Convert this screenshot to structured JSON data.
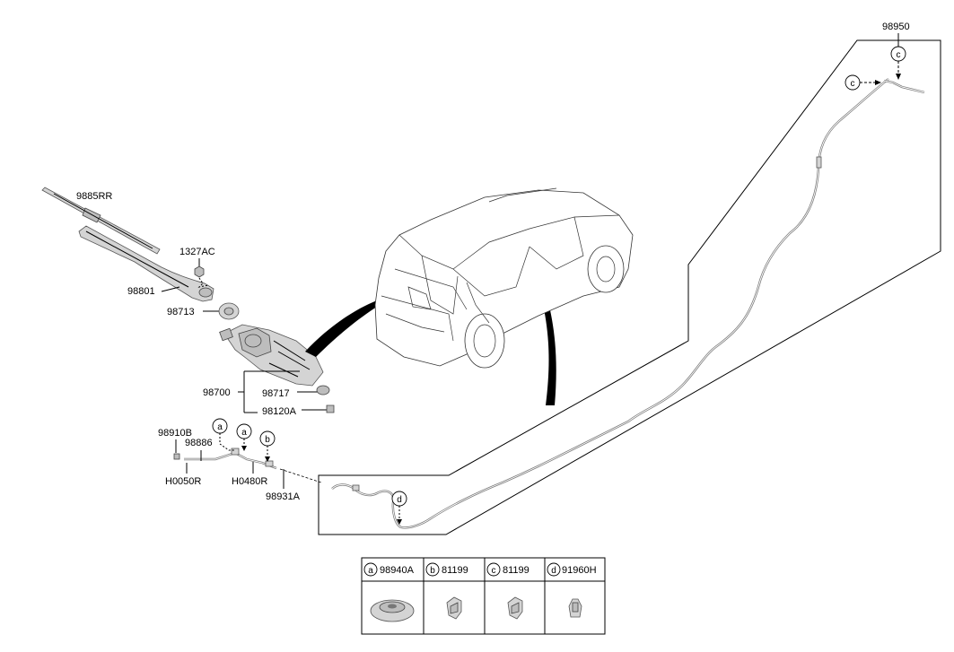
{
  "parts": {
    "p98950": "98950",
    "p9885RR": "9885RR",
    "p1327AC": "1327AC",
    "p98801": "98801",
    "p98713": "98713",
    "p98700": "98700",
    "p98717": "98717",
    "p98120A": "98120A",
    "p98910B": "98910B",
    "p98886": "98886",
    "pH0050R": "H0050R",
    "pH0480R": "H0480R",
    "p98931A": "98931A"
  },
  "callouts": {
    "a": "a",
    "b": "b",
    "c": "c",
    "d": "d"
  },
  "legend": [
    {
      "letter": "a",
      "part": "98940A"
    },
    {
      "letter": "b",
      "part": "81199"
    },
    {
      "letter": "c",
      "part": "81199"
    },
    {
      "letter": "d",
      "part": "91960H"
    }
  ]
}
